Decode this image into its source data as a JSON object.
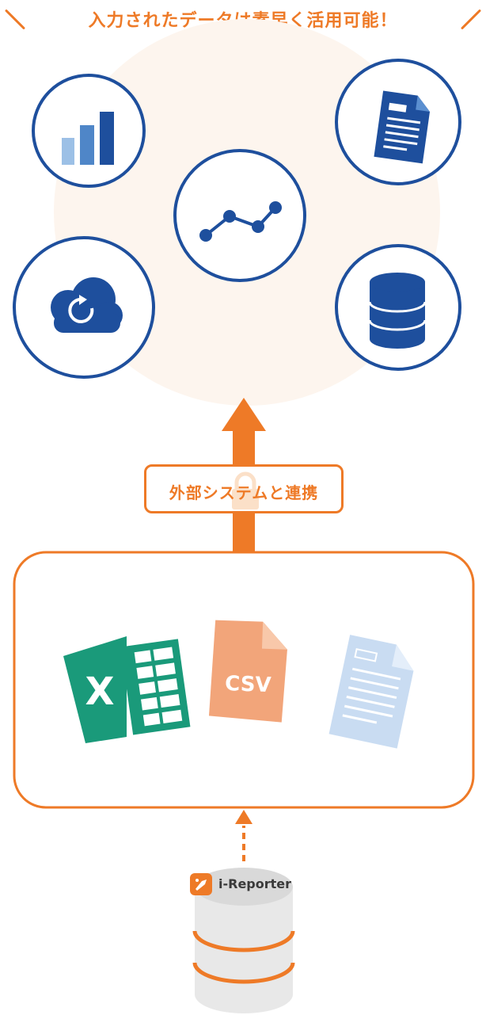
{
  "headline": "入力されたデータは素早く活用可能！",
  "integration_label": "外部システムと連携",
  "file_formats": {
    "csv_label": "CSV",
    "excel_letter": "X"
  },
  "source": {
    "brand_name": "i-Reporter"
  },
  "icons": [
    "bar-chart-icon",
    "line-chart-icon",
    "document-icon",
    "cloud-sync-icon",
    "database-icon",
    "excel-icon",
    "csv-file-icon",
    "text-file-icon",
    "lock-icon",
    "cylinder-icon"
  ],
  "colors": {
    "accent": "#ee7a27",
    "blue": "#1e4f9d",
    "light_blue": "#8ab4e0",
    "excel_green": "#1a9a7a",
    "csv_orange": "#f2a57a",
    "doc_light": "#c9dcf2",
    "bg_glow": "#fdf5ee",
    "cylinder_gray": "#e8e8e8"
  }
}
